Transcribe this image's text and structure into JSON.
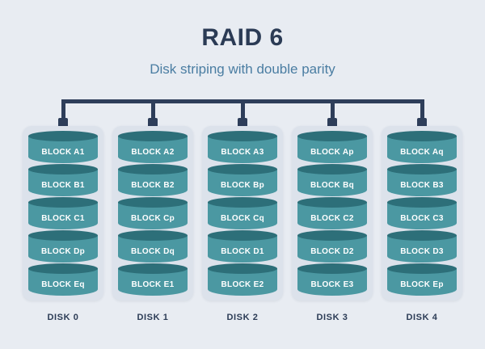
{
  "title": "RAID 6",
  "subtitle": "Disk striping with double parity",
  "colors": {
    "background": "#e8ecf2",
    "disk_body": "#4b98a2",
    "disk_top": "#2d6f79",
    "connector": "#2e3e5a",
    "title_text": "#2b3b55",
    "subtitle_text": "#4a7da2"
  },
  "disks": [
    {
      "label": "DISK 0",
      "blocks": [
        "BLOCK A1",
        "BLOCK B1",
        "BLOCK C1",
        "BLOCK Dp",
        "BLOCK Eq"
      ]
    },
    {
      "label": "DISK 1",
      "blocks": [
        "BLOCK A2",
        "BLOCK B2",
        "BLOCK Cp",
        "BLOCK Dq",
        "BLOCK E1"
      ]
    },
    {
      "label": "DISK 2",
      "blocks": [
        "BLOCK A3",
        "BLOCK Bp",
        "BLOCK Cq",
        "BLOCK D1",
        "BLOCK E2"
      ]
    },
    {
      "label": "DISK 3",
      "blocks": [
        "BLOCK Ap",
        "BLOCK Bq",
        "BLOCK C2",
        "BLOCK D2",
        "BLOCK E3"
      ]
    },
    {
      "label": "DISK 4",
      "blocks": [
        "BLOCK Aq",
        "BLOCK B3",
        "BLOCK C3",
        "BLOCK D3",
        "BLOCK Ep"
      ]
    }
  ]
}
